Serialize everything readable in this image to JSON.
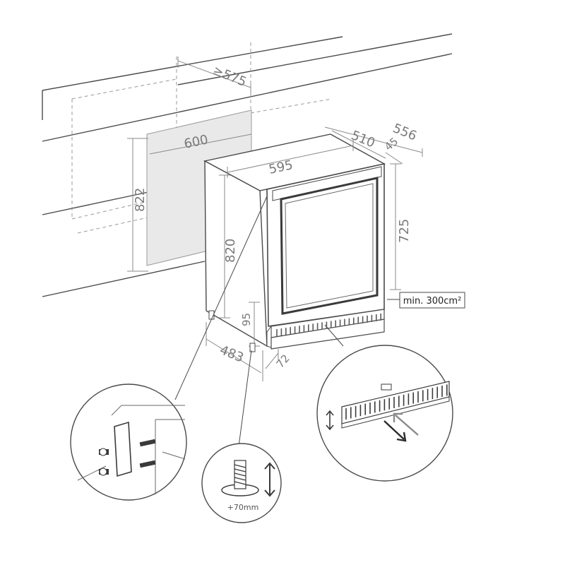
{
  "dimensions": {
    "niche_depth": "≥575",
    "niche_width": "600",
    "niche_height": "822",
    "appliance_width": "595",
    "appliance_depth_total": "556",
    "appliance_depth_body": "510",
    "door_depth": "45",
    "appliance_height": "820",
    "door_height": "725",
    "plinth_height": "95",
    "plinth_width": "483",
    "plinth_depth": "72"
  },
  "ventilation_label": "min. 300cm²",
  "foot_adjust_label": "+70mm",
  "colors": {
    "line": "#4a4a4a",
    "dim_line": "#8a8a8a",
    "niche_fill": "#e9e9e9",
    "dashed": "#9a9a9a"
  }
}
